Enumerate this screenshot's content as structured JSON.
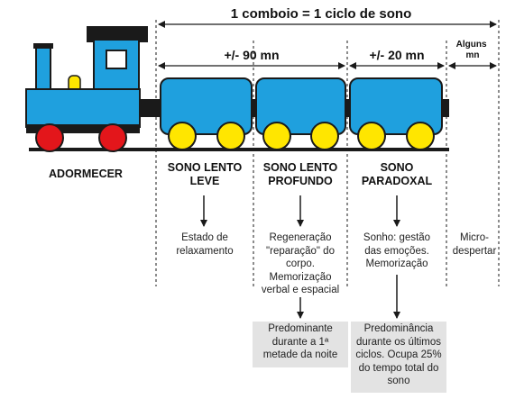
{
  "header": {
    "title": "1 comboio = 1 ciclo de sono",
    "dur_slow": "+/- 90 mn",
    "dur_paradox": "+/- 20 mn",
    "dur_micro": "Alguns\nmn"
  },
  "stages": {
    "adormecer": "ADORMECER",
    "leve": "SONO LENTO\nLEVE",
    "profundo": "SONO LENTO\nPROFUNDO",
    "paradoxal": "SONO\nPARADOXAL"
  },
  "descriptions": {
    "leve": "Estado de\nrelaxamento",
    "profundo": "Regeneração\n\"reparação\" do\ncorpo.\nMemorização\nverbal e espacial",
    "paradoxal": "Sonho: gestão\ndas emoções.\nMemorização",
    "micro": "Micro-\ndespertar"
  },
  "notes": {
    "profundo": "Predominante\ndurante a 1ª\nmetade da noite",
    "paradoxal": "Predominância\ndurante os últimos\nciclos. Ocupa 25%\ndo tempo total do\nsono"
  },
  "colors": {
    "train_blue": "#1fa0de",
    "wheel_red": "#e3161b",
    "wheel_yellow": "#ffe600",
    "dark": "#1a1a1a",
    "note_bg": "#e3e3e3"
  }
}
